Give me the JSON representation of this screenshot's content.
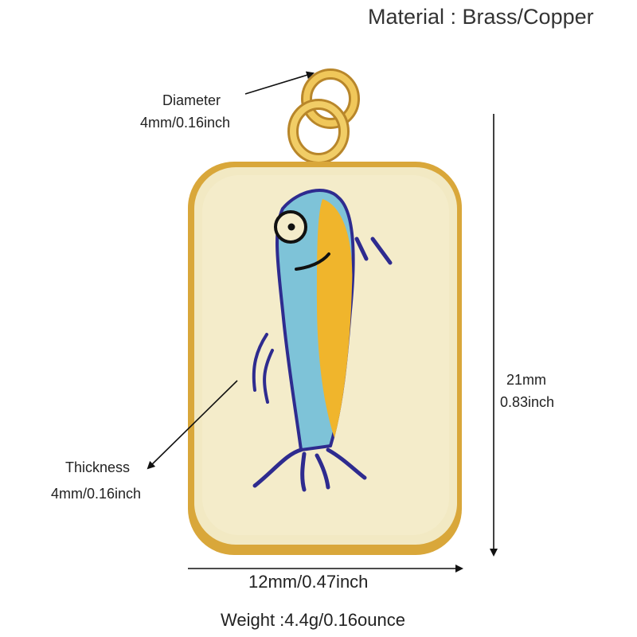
{
  "material": "Material : Brass/Copper",
  "diameter": {
    "label": "Diameter",
    "value": "4mm/0.16inch"
  },
  "thickness": {
    "label": "Thickness",
    "value": "4mm/0.16inch"
  },
  "height": {
    "mm": "21mm",
    "inch": "0.83inch"
  },
  "width": "12mm/0.47inch",
  "weight": "Weight :4.4g/0.16ounce",
  "colors": {
    "gold": "#d9a73a",
    "enamel": "#f2e9c3",
    "fish_blue": "#7ec3d8",
    "fish_yellow": "#f0b52c",
    "ink": "#2e2b8f"
  }
}
